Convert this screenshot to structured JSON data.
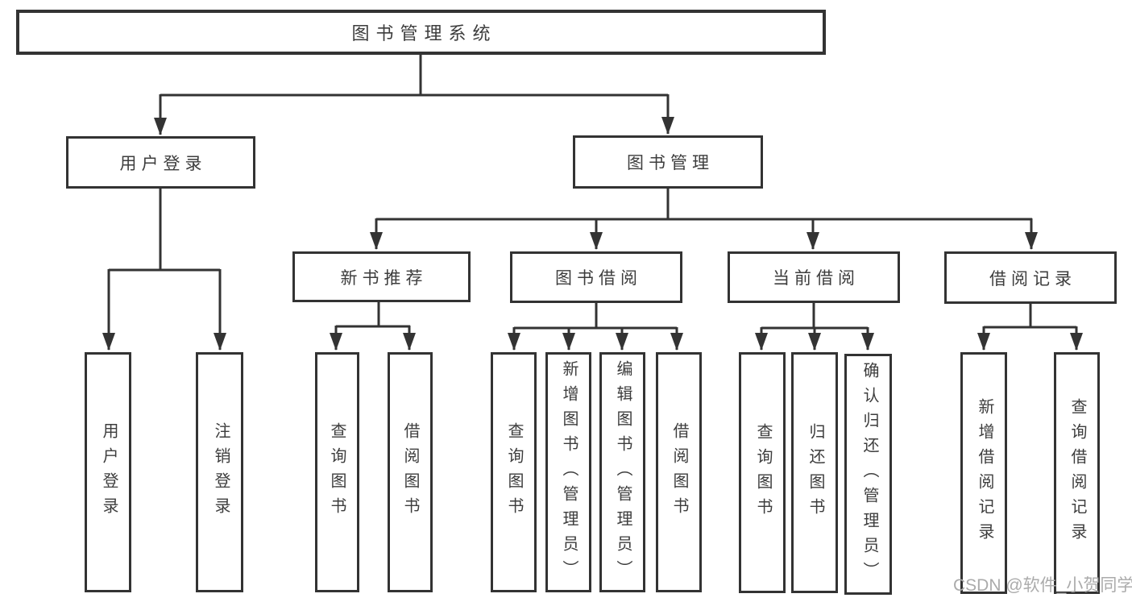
{
  "diagram": {
    "title": "图书管理系统",
    "root": {
      "label": "图书管理系统"
    },
    "level2": [
      {
        "id": "user-login",
        "label": "用户登录"
      },
      {
        "id": "book-management",
        "label": "图书管理"
      }
    ],
    "level3": [
      {
        "id": "new-book-recommend",
        "label": "新书推荐",
        "parent": "图书管理"
      },
      {
        "id": "book-borrow",
        "label": "图书借阅",
        "parent": "图书管理"
      },
      {
        "id": "current-borrow",
        "label": "当前借阅",
        "parent": "图书管理"
      },
      {
        "id": "borrow-records",
        "label": "借阅记录",
        "parent": "图书管理"
      }
    ],
    "leaves": [
      {
        "id": "leaf-user-login",
        "label": "用户登录",
        "parent": "用户登录"
      },
      {
        "id": "leaf-logout",
        "label": "注销登录",
        "parent": "用户登录"
      },
      {
        "id": "leaf-query-books-1",
        "label": "查询图书",
        "parent": "新书推荐"
      },
      {
        "id": "leaf-borrow-books-1",
        "label": "借阅图书",
        "parent": "新书推荐"
      },
      {
        "id": "leaf-query-books-2",
        "label": "查询图书",
        "parent": "图书借阅"
      },
      {
        "id": "leaf-add-books-admin",
        "label": "新增图书（管理员）",
        "parent": "图书借阅"
      },
      {
        "id": "leaf-edit-books-admin",
        "label": "编辑图书（管理员）",
        "parent": "图书借阅"
      },
      {
        "id": "leaf-borrow-books-2",
        "label": "借阅图书",
        "parent": "图书借阅"
      },
      {
        "id": "leaf-query-books-3",
        "label": "查询图书",
        "parent": "当前借阅"
      },
      {
        "id": "leaf-return-books",
        "label": "归还图书",
        "parent": "当前借阅"
      },
      {
        "id": "leaf-confirm-return-admin",
        "label": "确认归还（管理员）",
        "parent": "当前借阅"
      },
      {
        "id": "leaf-add-borrow-record",
        "label": "新增借阅记录",
        "parent": "借阅记录"
      },
      {
        "id": "leaf-query-borrow-record",
        "label": "查询借阅记录",
        "parent": "借阅记录"
      }
    ]
  },
  "watermark": {
    "text": "CSDN @软件_小贺同学",
    "color": "#ababab"
  },
  "colors": {
    "line": "#333333",
    "border": "#333333",
    "text": "#3d3d3d",
    "background": "#ffffff"
  }
}
